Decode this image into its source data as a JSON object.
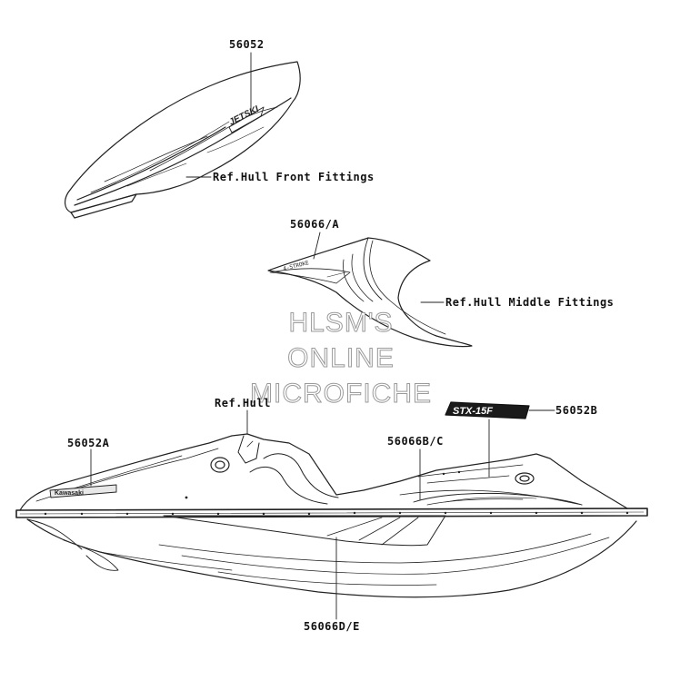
{
  "parts": {
    "p56052": "56052",
    "p56066A": "56066/A",
    "p56052B": "56052B",
    "p56052A": "56052A",
    "p56066BC": "56066B/C",
    "p56066DE": "56066D/E"
  },
  "refs": {
    "hull_front": "Ref.Hull Front Fittings",
    "hull_middle": "Ref.Hull Middle Fittings",
    "hull": "Ref.Hull"
  },
  "watermark": {
    "line1": "HLSM'S",
    "line2": "ONLINE",
    "line3": "MICROFICHE"
  },
  "decals": {
    "front_logo": "JETSKI",
    "middle_stripe": "4-STROKE",
    "badge": "STX-15F",
    "side_brand": "Kawasaki"
  }
}
